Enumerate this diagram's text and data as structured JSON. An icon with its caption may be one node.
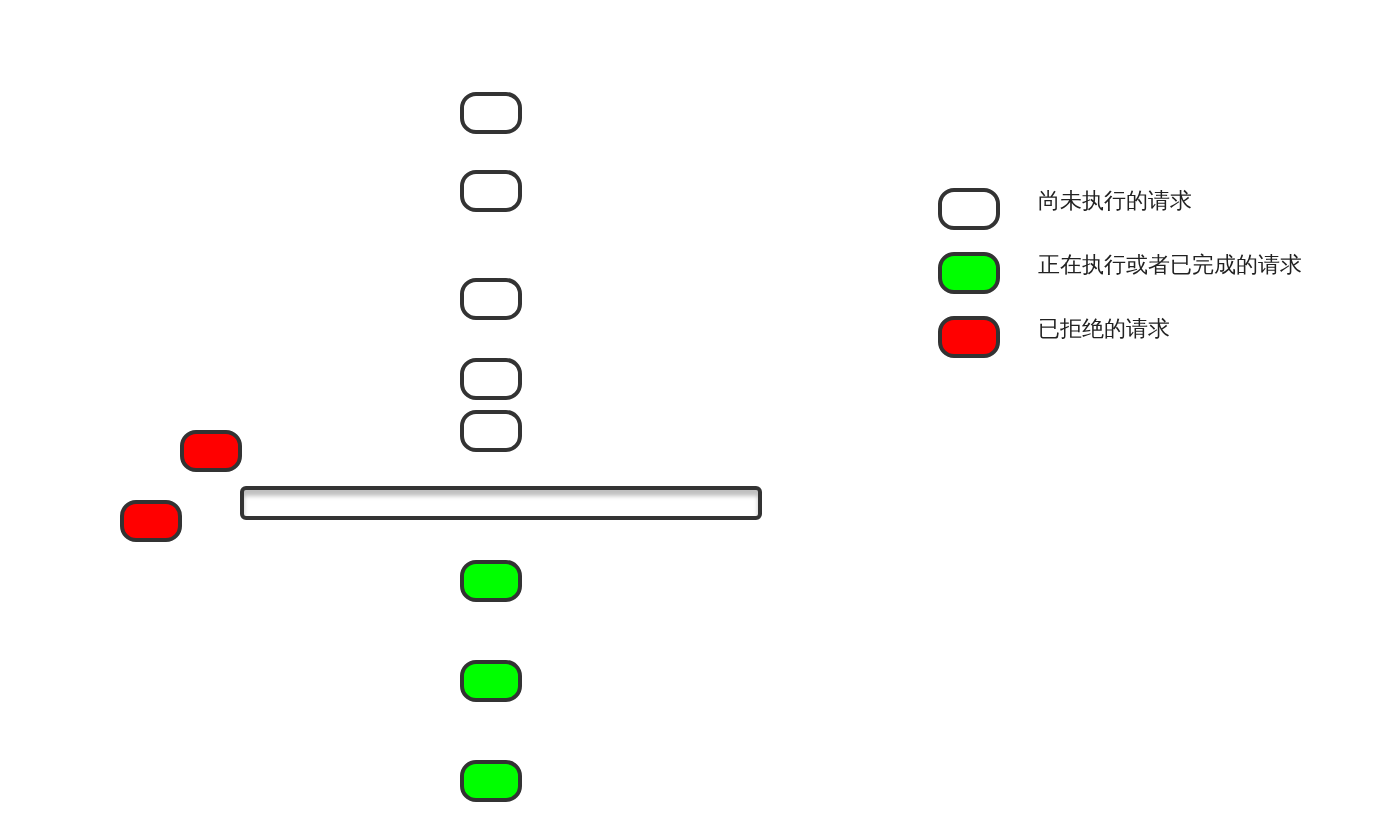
{
  "diagram": {
    "nodes": [
      {
        "text": [],
        "shape": "box"
      },
      {
        "text": [],
        "shape": "box"
      },
      {
        "text": [],
        "shape": "box"
      },
      {
        "text": [],
        "shape": "box"
      },
      {
        "text": [],
        "shape": "box"
      },
      {
        "text": [],
        "shape": "box"
      },
      {
        "text": [],
        "shape": "bar"
      },
      {
        "text": [],
        "shape": "box"
      },
      {
        "text": [],
        "shape": "box"
      },
      {
        "text": [],
        "shape": "box"
      },
      {
        "text": [],
        "shape": "box"
      }
    ],
    "legend": [
      {
        "text": "尚未执行的请求",
        "color": "#ffffff"
      },
      {
        "text": "正在执行或者已完成的请求",
        "color": "#00ff00"
      },
      {
        "text": "已拒绝的请求",
        "color": "#ff0000"
      }
    ]
  }
}
